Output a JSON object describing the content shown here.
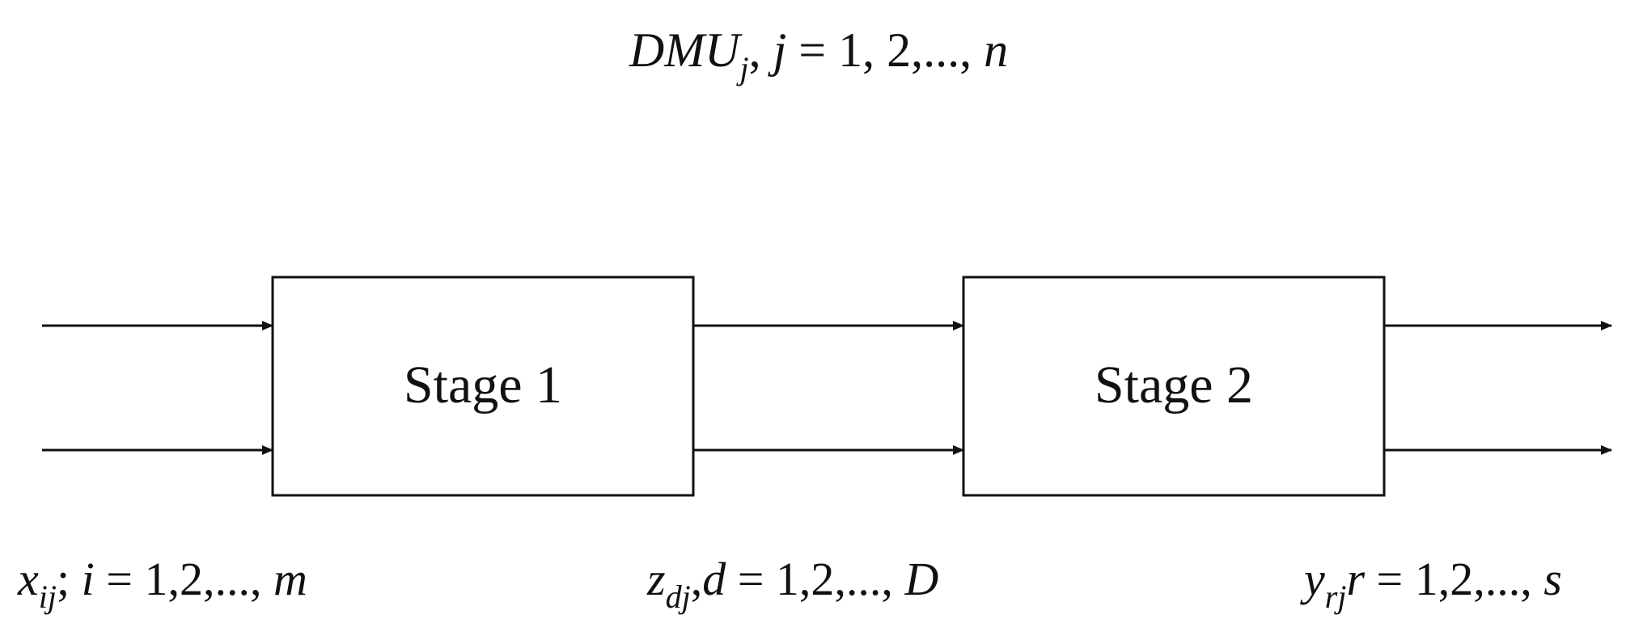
{
  "diagram": {
    "title": {
      "main": "DMU",
      "sub": "j",
      "rest_var": "j",
      "rest_eq": " = 1, 2,..., ",
      "rest_end": "n"
    },
    "stages": [
      {
        "label": "Stage 1"
      },
      {
        "label": "Stage 2"
      }
    ],
    "labels": {
      "inputs": {
        "var": "x",
        "sub": "ij",
        "sep": "; ",
        "idx": "i",
        "eq": " = 1,2,..., ",
        "end": "m"
      },
      "intermediate": {
        "var": "z",
        "sub": "dj",
        "sep": ",",
        "idx": "d",
        "eq": " = 1,2,..., ",
        "end": "D"
      },
      "outputs": {
        "var": "y",
        "sub": "rj",
        "sep": "",
        "idx": "r",
        "eq": " = 1,2,..., ",
        "end": "s"
      }
    },
    "colors": {
      "stroke": "#111111",
      "background": "#ffffff"
    }
  }
}
